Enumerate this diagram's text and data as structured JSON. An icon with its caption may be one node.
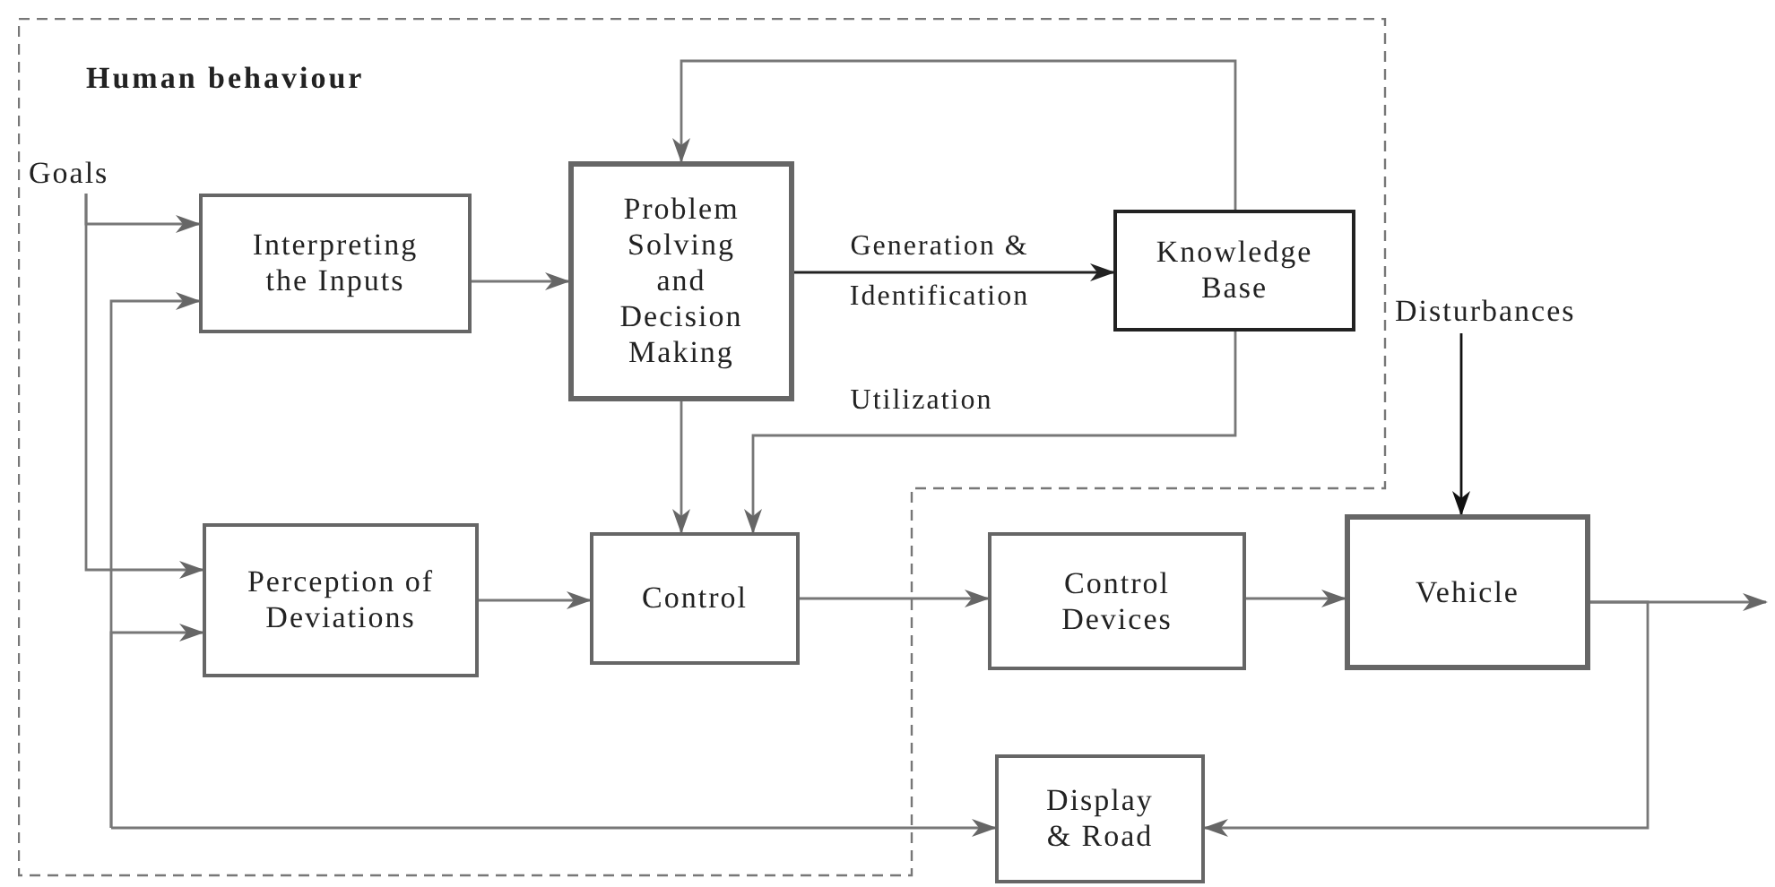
{
  "diagram": {
    "nodes": [
      {
        "text": [
          "Human behaviour"
        ]
      },
      {
        "text": [
          "Goals"
        ],
        "in": 0
      },
      {
        "text": [
          "Interpreting the Inputs"
        ],
        "in": 0
      },
      {
        "text": [
          "Problem Solving and Decision Making"
        ],
        "in": 0
      },
      {
        "text": [
          "Knowledge Base"
        ],
        "in": 0
      },
      {
        "text": [
          "Perception of Deviations"
        ],
        "in": 0
      },
      {
        "text": [
          "Control"
        ],
        "in": 0
      },
      {
        "text": [
          "Disturbances"
        ]
      },
      {
        "text": [
          "Control Devices"
        ]
      },
      {
        "text": [
          "Vehicle"
        ]
      },
      {
        "text": [
          "Display & Road"
        ]
      }
    ],
    "edges": [
      {
        "from": 1,
        "to": 2,
        "arrow": "to"
      },
      {
        "from": 1,
        "to": 5,
        "arrow": "to"
      },
      {
        "from": 2,
        "to": 3,
        "arrow": "to"
      },
      {
        "from": 3,
        "to": 4,
        "arrow": "to",
        "label": "Generation & Identification",
        "color": "#222222"
      },
      {
        "from": 4,
        "to": 3,
        "arrow": "to"
      },
      {
        "from": 3,
        "to": 6,
        "arrow": "to"
      },
      {
        "from": 4,
        "to": 6,
        "arrow": "to",
        "label": "Utilization"
      },
      {
        "from": 5,
        "to": 6,
        "arrow": "to"
      },
      {
        "from": 6,
        "to": 8,
        "arrow": "to"
      },
      {
        "from": 8,
        "to": 9,
        "arrow": "to"
      },
      {
        "from": 7,
        "to": 9,
        "arrow": "to",
        "color": "#111111"
      },
      {
        "from": 9,
        "to": null,
        "arrow": "to"
      },
      {
        "from": 9,
        "to": 10,
        "arrow": "to"
      },
      {
        "from": null,
        "to": 2,
        "arrow": "to"
      },
      {
        "from": null,
        "to": 5,
        "arrow": "to"
      },
      {
        "from": null,
        "to": 10,
        "arrow": "to"
      }
    ]
  }
}
